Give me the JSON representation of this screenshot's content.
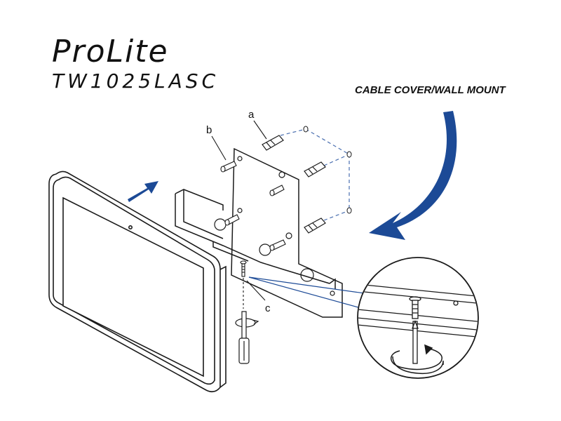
{
  "brand": {
    "name": "ProLite",
    "model": "TW1025LASC"
  },
  "caption": "CABLE COVER/WALL MOUNT",
  "labels": {
    "a": "a",
    "b": "b",
    "c": "c"
  },
  "colors": {
    "arrow": "#1c4a96",
    "line": "#1a1a1a",
    "dashed_guide": "#4a6fb0"
  },
  "icons": [
    "curved-arrow-icon",
    "straight-arrow-icon",
    "screwdriver-icon",
    "rotation-arrow-icon"
  ]
}
